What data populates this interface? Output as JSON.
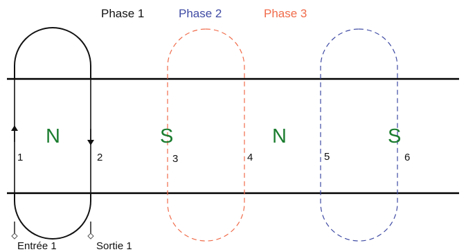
{
  "colors": {
    "phase1": "#111111",
    "phase2": "#3e4aa3",
    "phase3": "#f06b4a",
    "pole": "#1b7d2f",
    "rail": "#000000"
  },
  "legend": [
    {
      "label": "Phase 1",
      "color": "#111111"
    },
    {
      "label": "Phase 2",
      "color": "#3e4aa3"
    },
    {
      "label": "Phase 3",
      "color": "#f06b4a"
    }
  ],
  "poles": [
    "N",
    "S",
    "N",
    "S"
  ],
  "slot_numbers": [
    "1",
    "2",
    "3",
    "4",
    "5",
    "6"
  ],
  "terminals": {
    "entry": "Entrée 1",
    "exit": "Sortie 1"
  }
}
